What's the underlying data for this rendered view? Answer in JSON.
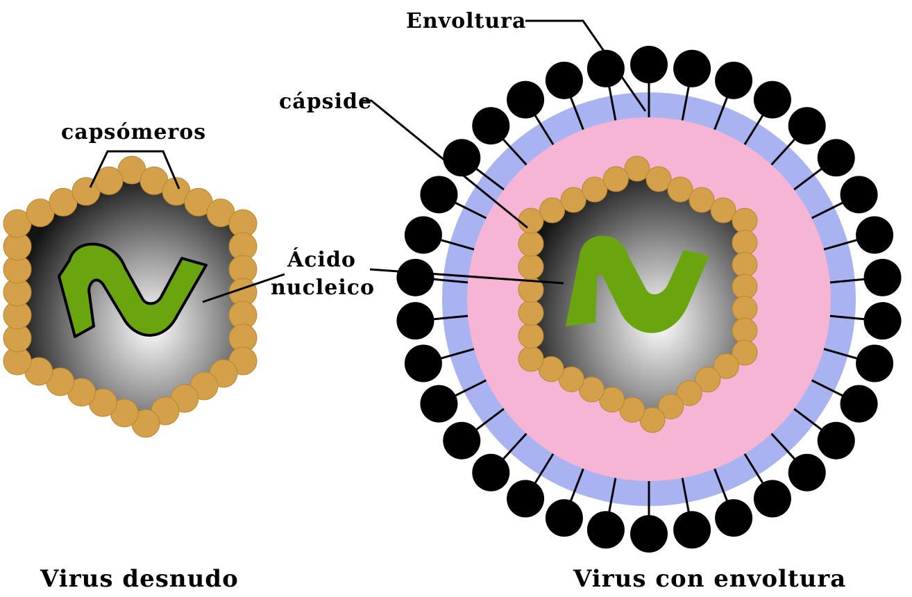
{
  "labels": {
    "envoltura": "Envoltura",
    "capside": "cápside",
    "capsomeros": "capsómeros",
    "acido_line1": "Ácido",
    "acido_line2": "nucleico"
  },
  "captions": {
    "naked": "Virus desnudo",
    "enveloped": "Virus con envoltura"
  },
  "colors": {
    "capsomere": "#d4a04a",
    "capsomere_stroke": "#b98630",
    "nucleic_acid": "#6aa50f",
    "envelope_outer": "#a9b3f2",
    "envelope_inner": "#f6b5d4",
    "glycoprotein": "#000000",
    "core_light": "#ffffff",
    "core_dark": "#141414"
  }
}
